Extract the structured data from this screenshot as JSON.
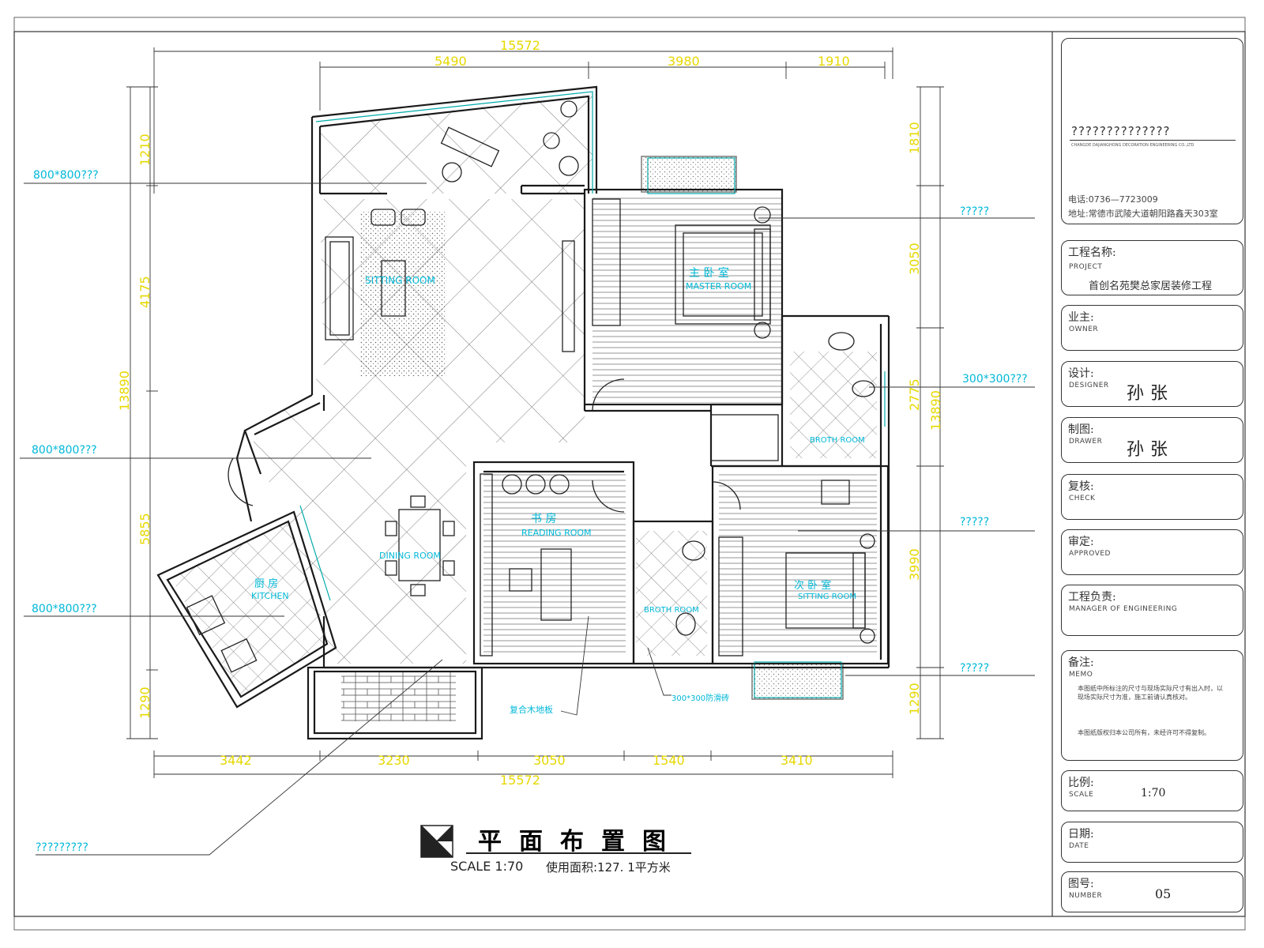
{
  "drawing": {
    "title": "平面布置图",
    "scale_text": "SCALE  1:70",
    "area_text": "使用面积:127. 1平方米"
  },
  "dimensions": {
    "top_total": "15572",
    "top_parts": [
      "5490",
      "3980",
      "1910"
    ],
    "bottom_parts": [
      "3442",
      "3230",
      "3050",
      "1540",
      "3410"
    ],
    "bottom_total": "15572",
    "left_total": "13890",
    "left_parts": [
      "1210",
      "4175",
      "5855",
      "1290"
    ],
    "right_total": "13890",
    "right_parts": [
      "1810",
      "3050",
      "2775",
      "3990",
      "1290"
    ]
  },
  "annotations": [
    "800*800???",
    "800*800???",
    "800*800???",
    "?????????",
    "?????",
    "300*300???",
    "?????",
    "?????"
  ],
  "rooms": {
    "living": "SITTING ROOM",
    "master_cn": "主 卧 室",
    "master": "MASTER ROOM",
    "bath1": "BROTH ROOM",
    "reading_cn": "书 房",
    "reading": "READING ROOM",
    "dining": "DINING ROOM",
    "kitchen_cn": "厨 房",
    "kitchen": "KITCHEN",
    "bath2": "BROTH ROOM",
    "second_cn": "次 卧 室",
    "second": "SITTING ROOM"
  },
  "plan_notes": {
    "floor_note": "复合木地板",
    "tile_note": "300*300防滑砖"
  },
  "titleblock": {
    "company": "??????????????",
    "company_en": "CHANGDE DAJIANGHONG DECORATION ENGINEERING CO.,LTD",
    "contact_phone": "电话:0736—7723009",
    "contact_address": "地址:常德市武陵大道朝阳路鑫天303室",
    "project_cn": "工程名称:",
    "project_en": "PROJECT",
    "project_value": "首创名苑樊总家居装修工程",
    "owner_cn": "业主:",
    "owner_en": "OWNER",
    "designer_cn": "设计:",
    "designer_en": "DESIGNER",
    "designer_value": "孙张",
    "drawer_cn": "制图:",
    "drawer_en": "DRAWER",
    "drawer_value": "孙张",
    "check_cn": "复核:",
    "check_en": "CHECK",
    "approved_cn": "审定:",
    "approved_en": "APPROVED",
    "manager_cn": "工程负责:",
    "manager_en": "MANAGER OF ENGINEERING",
    "memo_cn": "备注:",
    "memo_en": "MEMO",
    "memo_text_1": "本图纸中所标注的尺寸与现场实际尺寸有出入时，以现场实际尺寸为准，施工前请认真核对。",
    "memo_text_2": "本图纸版权归本公司所有，未经许可不得复制。",
    "scale_cn": "比例:",
    "scale_en": "SCALE",
    "scale_value": "1:70",
    "date_cn": "日期:",
    "date_en": "DATE",
    "number_cn": "图号:",
    "number_en": "NUMBER",
    "number_value": "05"
  },
  "colors": {
    "dimension": "#e6d800",
    "annotation": "#00b8d8",
    "wall": "#1a1a1a",
    "frame": "#444444"
  }
}
